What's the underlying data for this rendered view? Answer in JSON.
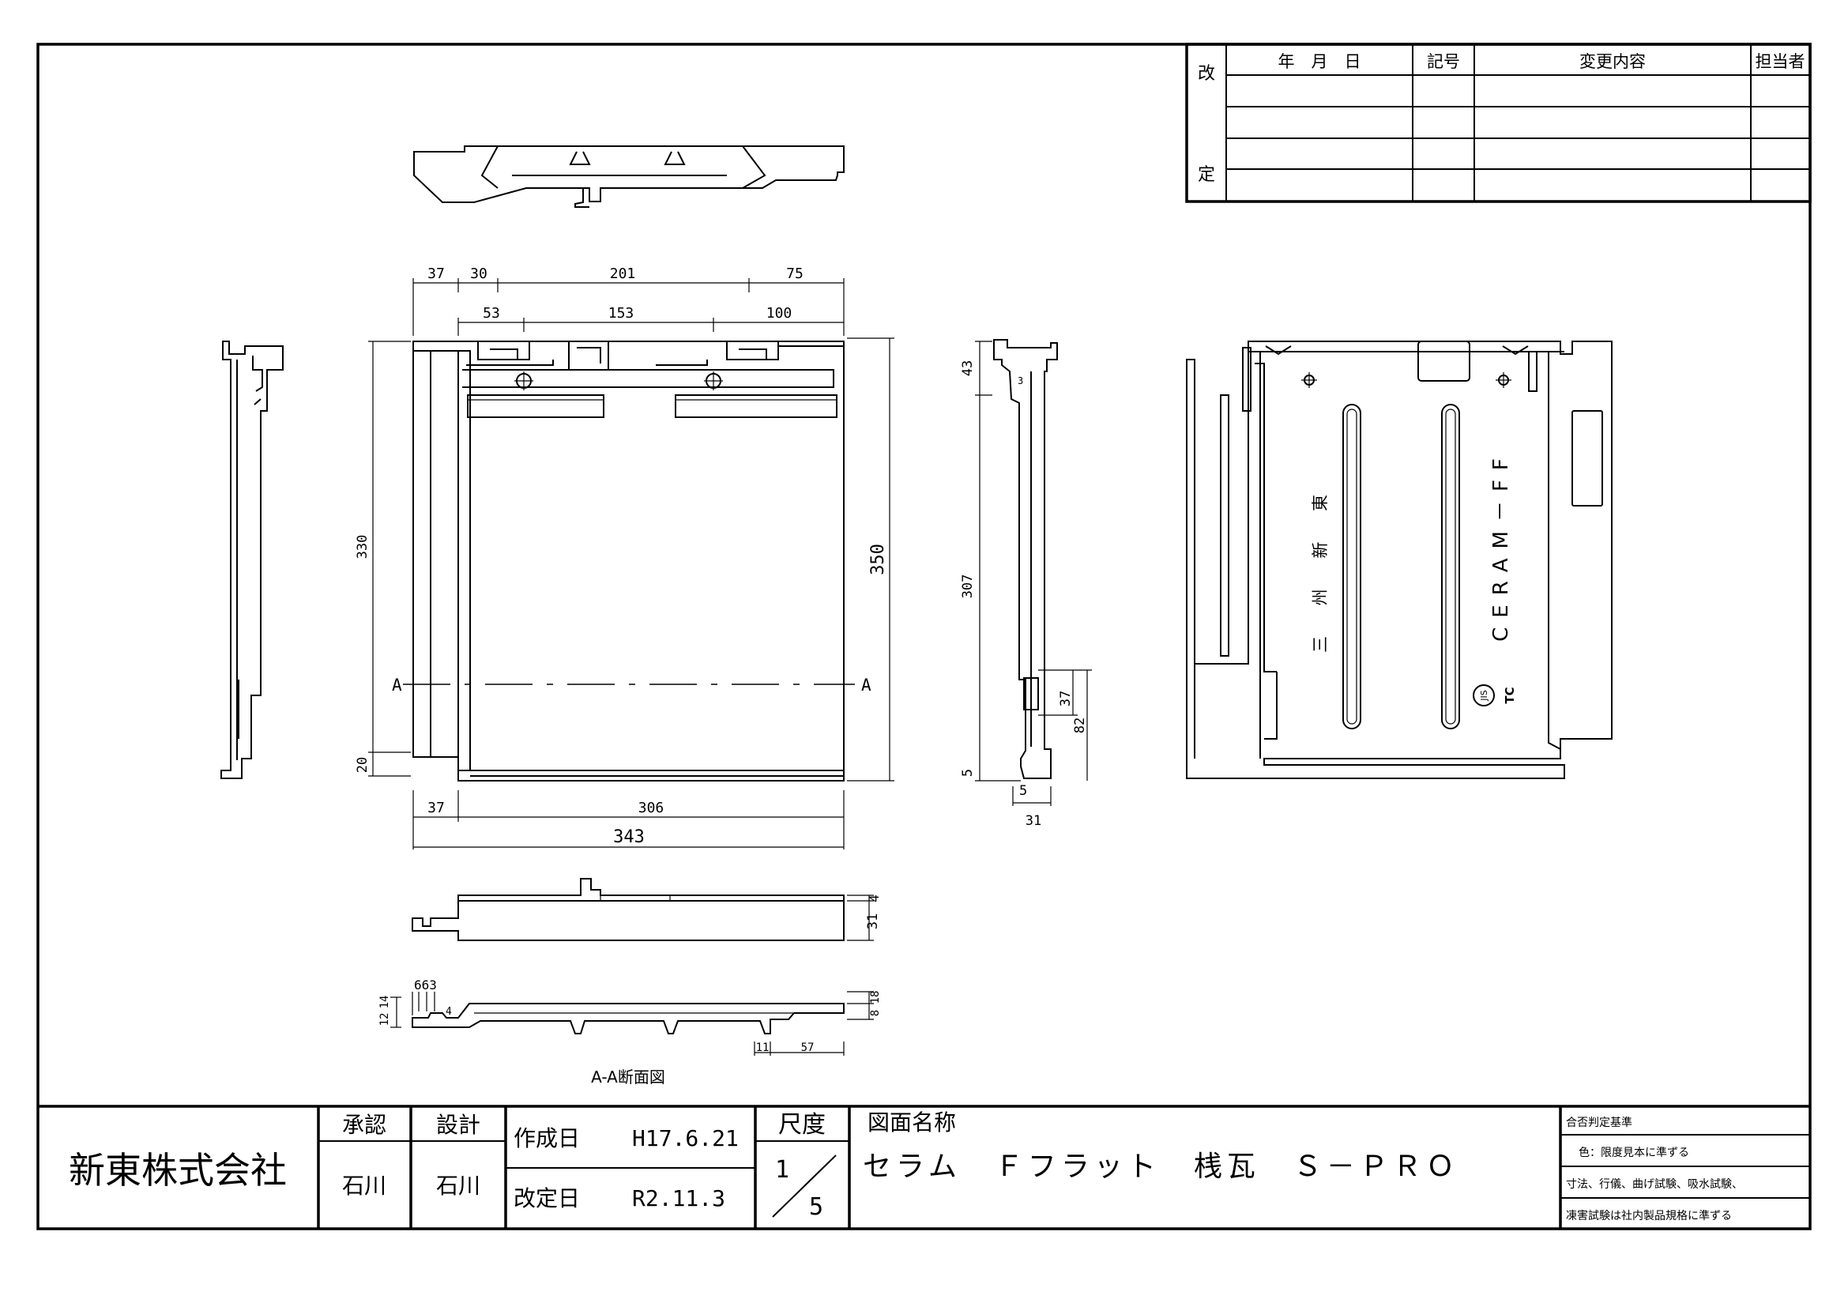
{
  "revision_table": {
    "side_label_top": "改",
    "side_label_bottom": "定",
    "headers": [
      "年　月　日",
      "記号",
      "変更内容",
      "担当者"
    ]
  },
  "dimensions": {
    "top_row1": [
      "37",
      "30",
      "201",
      "75"
    ],
    "top_row2": [
      "53",
      "153",
      "100"
    ],
    "left_330": "330",
    "left_20": "20",
    "right_350": "350",
    "bottom_37": "37",
    "bottom_306": "306",
    "bottom_343": "343",
    "side_43": "43",
    "side_307": "307",
    "side_37": "37",
    "side_82": "82",
    "side_5a": "5",
    "side_5b": "5",
    "side_31": "31",
    "side_mini": "3",
    "bot_4": "4",
    "bot_31": "31",
    "sec_663": "663",
    "sec_12": "12",
    "sec_14": "14",
    "sec_4": "4",
    "sec_18": "18",
    "sec_8": "8",
    "sec_11": "11",
    "sec_57": "57"
  },
  "section_marks": {
    "left": "A",
    "right": "A"
  },
  "section_caption": "A-A断面図",
  "tile_marks": {
    "maker": "三 州 新 東",
    "model": "CERAM－FF",
    "jis_top": "JIS",
    "jis_bottom": "TC"
  },
  "title_block": {
    "company": "新東株式会社",
    "approve_label": "承認",
    "approve_name": "石川",
    "design_label": "設計",
    "design_name": "石川",
    "created_label": "作成日",
    "created_date": "H17.6.21",
    "revised_label": "改定日",
    "revised_date": "R2.11.3",
    "scale_label": "尺度",
    "scale_num": "1",
    "scale_den": "5",
    "drawing_name_label": "図面名称",
    "drawing_name": "セラム　Ｆフラット　桟瓦　Ｓ－ＰＲＯ",
    "criteria_title": "合否判定基準",
    "criteria_lines": [
      "色：限度見本に準ずる",
      "寸法、行儀、曲げ試験、吸水試験、",
      "凍害試験は社内製品規格に準ずる"
    ]
  }
}
